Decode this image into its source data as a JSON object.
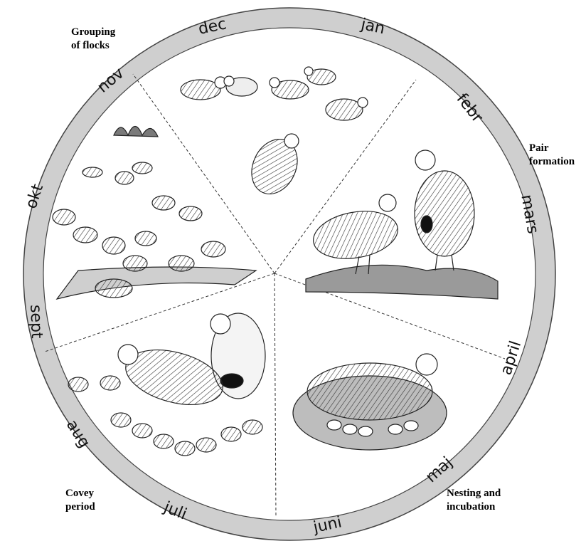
{
  "months": [
    {
      "name": "jan",
      "label": "jan"
    },
    {
      "name": "febr",
      "label": "febr"
    },
    {
      "name": "mars",
      "label": "mars"
    },
    {
      "name": "april",
      "label": "april"
    },
    {
      "name": "maj",
      "label": "maj"
    },
    {
      "name": "juni",
      "label": "juni"
    },
    {
      "name": "juli",
      "label": "juli"
    },
    {
      "name": "aug",
      "label": "aug"
    },
    {
      "name": "sept",
      "label": "sept"
    },
    {
      "name": "okt",
      "label": "okt"
    },
    {
      "name": "nov",
      "label": "nov"
    },
    {
      "name": "dec",
      "label": "dec"
    }
  ],
  "phases": {
    "grouping": "Grouping\nof flocks",
    "pair": "Pair\nformation",
    "nesting": "Nesting and\nincubation",
    "covey": "Covey\nperiod"
  },
  "colors": {
    "ring": "#cfcfcf",
    "line": "#222222",
    "bird": "#8a8a8a",
    "grass": "#5a5a5a"
  }
}
